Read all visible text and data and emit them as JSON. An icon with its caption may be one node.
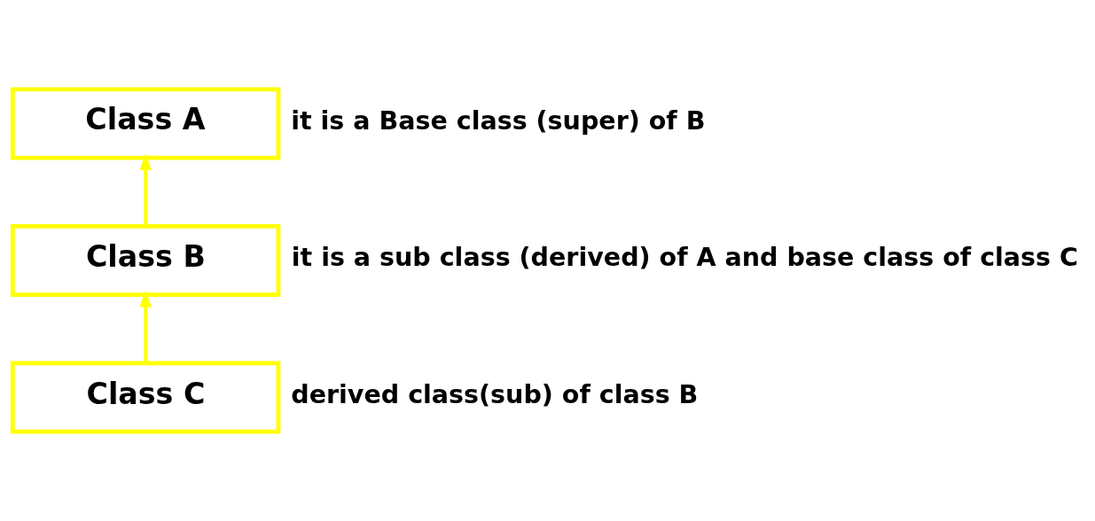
{
  "diagram": {
    "nodes": [
      {
        "text": [
          "Class A"
        ],
        "beside": [
          "it is a Base class (super) of B"
        ]
      },
      {
        "text": [
          "Class B"
        ],
        "beside": [
          "it is a sub class (derived) of A and base class of class C"
        ]
      },
      {
        "text": [
          "Class C"
        ],
        "beside": [
          "derived class(sub) of class B"
        ]
      }
    ],
    "edges": [
      {
        "from": 1,
        "to": 0,
        "arrow": "to"
      },
      {
        "from": 2,
        "to": 1,
        "arrow": "to"
      }
    ]
  }
}
